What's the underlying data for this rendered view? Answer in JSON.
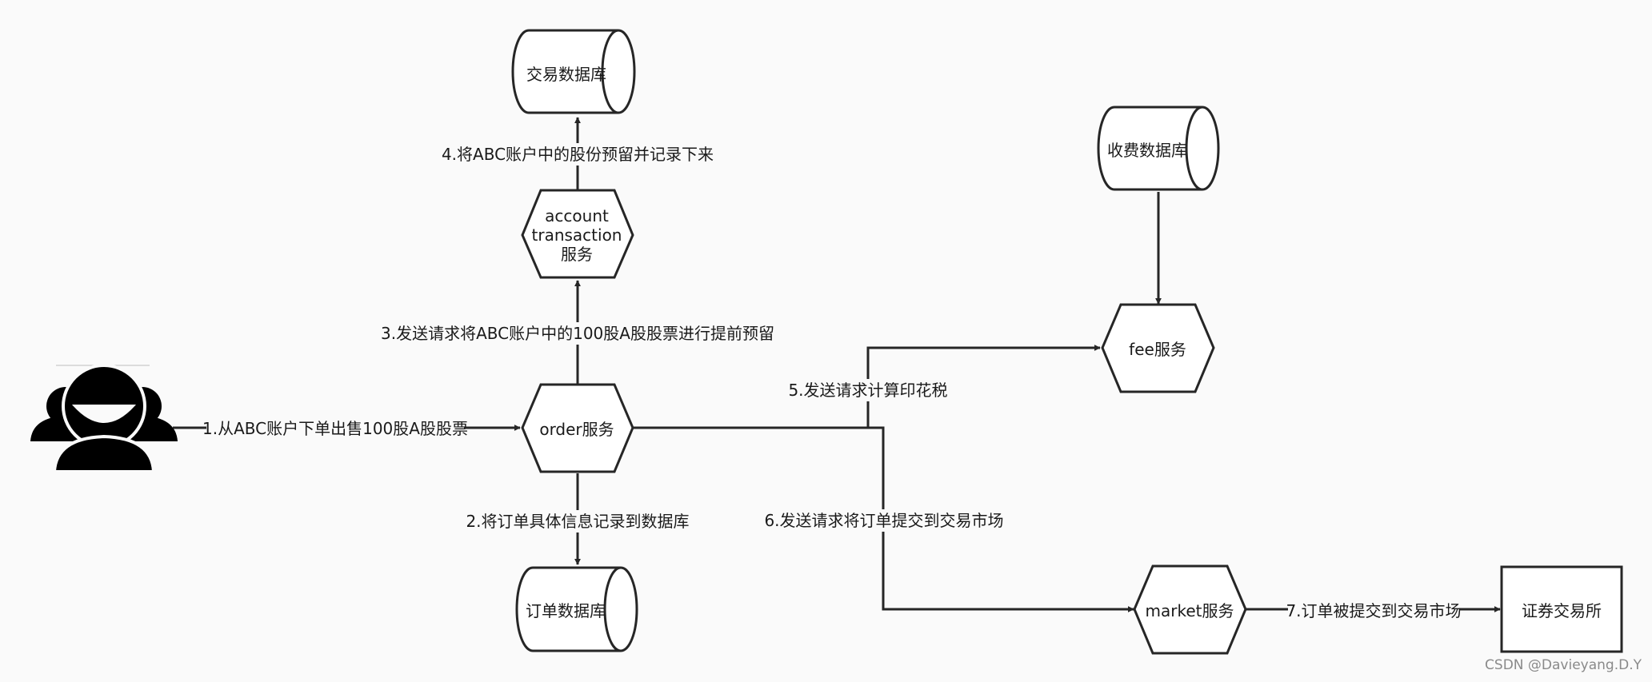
{
  "nodes": {
    "trade_db": "交易数据库",
    "fee_db": "收费数据库",
    "account_service": [
      "account",
      "transaction",
      "服务"
    ],
    "fee_service": "fee服务",
    "order_service": "order服务",
    "order_db": "订单数据库",
    "market_service": "market服务",
    "exchange": "证券交易所"
  },
  "edges": {
    "step1": "1.从ABC账户下单出售100股A股股票",
    "step2": "2.将订单具体信息记录到数据库",
    "step3": "3.发送请求将ABC账户中的100股A股股票进行提前预留",
    "step4": "4.将ABC账户中的股份预留并记录下来",
    "step5": "5.发送请求计算印花税",
    "step6": "6.发送请求将订单提交到交易市场",
    "step7": "7.订单被提交到交易市场"
  },
  "watermark": "CSDN @Davieyang.D.Y",
  "icons": {
    "users": "users-icon"
  },
  "colors": {
    "stroke": "#262626",
    "fill": "#ffffff",
    "background": "#fafafa"
  }
}
